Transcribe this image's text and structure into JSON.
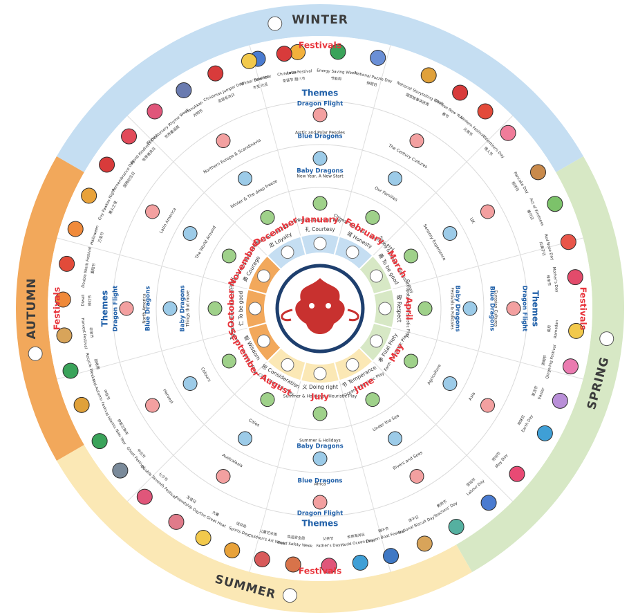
{
  "seasons": [
    {
      "key": "winter",
      "label": "WINTER",
      "color": "#c5def2",
      "icon": "snowman-icon",
      "start": -60,
      "end": 60
    },
    {
      "key": "spring",
      "label": "SPRING",
      "color": "#d7e8c5",
      "icon": "flower-icon",
      "start": 60,
      "end": 150
    },
    {
      "key": "summer",
      "label": "SUMMER",
      "color": "#fbe8b5",
      "icon": "sun-icon",
      "start": 150,
      "end": 240
    },
    {
      "key": "autumn",
      "label": "AUTUMN",
      "color": "#f2a85b",
      "icon": "maple-leaf-icon",
      "start": 240,
      "end": 300
    }
  ],
  "months": [
    {
      "name": "January",
      "value": "Courtesy",
      "value_cn": "礼",
      "season": "winter",
      "theme_baby": "Polar - Heuristic Play",
      "theme_blue": "New Year, A New Start",
      "theme_flight": "Arctic and Polar Peoples"
    },
    {
      "name": "February",
      "value": "Honesty",
      "value_cn": "诚",
      "season": "winter",
      "theme_baby": "Chinese New Year - Heuristic Play",
      "theme_blue": "Our Families",
      "theme_flight": "The Century Cultures"
    },
    {
      "name": "March",
      "value": "To be good",
      "value_cn": "善",
      "season": "spring",
      "theme_baby": "Spring & Easter - Heuristic Play",
      "theme_blue": "Sensory Experience",
      "theme_flight": "UK"
    },
    {
      "name": "April",
      "value": "Respect",
      "value_cn": "敬",
      "season": "spring",
      "theme_baby": "Occupations - Heuristic Play",
      "theme_blue": "Festivals & Folktales",
      "theme_flight": "Eurasian Cultures"
    },
    {
      "name": "May",
      "value": "Filial Piety",
      "value_cn": "孝",
      "season": "spring",
      "theme_baby": "Farm - Heuristic Play",
      "theme_blue": "Agriculture",
      "theme_flight": "Asia"
    },
    {
      "name": "June",
      "value": "Temperance",
      "value_cn": "节",
      "season": "summer",
      "theme_baby": "Ocean - Heuristic Play",
      "theme_blue": "Under the Sea",
      "theme_flight": "Rivers and Seas"
    },
    {
      "name": "July",
      "value": "Doing right",
      "value_cn": "义",
      "season": "summer",
      "theme_baby": "Summer & Holidays - Heuristic Play",
      "theme_blue": "Summer & Holidays",
      "theme_flight": "Africa"
    },
    {
      "name": "August",
      "value": "Consideration",
      "value_cn": "恕",
      "season": "summer",
      "theme_baby": "City - Heuristic Play",
      "theme_blue": "Cities",
      "theme_flight": "Australasia"
    },
    {
      "name": "September",
      "value": "Wisdom",
      "value_cn": "智",
      "season": "autumn",
      "theme_baby": "Colours - Heuristic Play",
      "theme_blue": "Colours",
      "theme_flight": "Harvest"
    },
    {
      "name": "October",
      "value": "To be good",
      "value_cn": "仁",
      "season": "autumn",
      "theme_baby": "Transportation - Heuristic Play",
      "theme_blue": "Things that move",
      "theme_flight": "North America"
    },
    {
      "name": "November",
      "value": "Courage",
      "value_cn": "勇",
      "season": "autumn",
      "theme_baby": "Gallop Sensory Experience",
      "theme_blue": "The World Around",
      "theme_flight": "Latin America"
    },
    {
      "name": "December",
      "value": "Loyalty",
      "value_cn": "忠",
      "season": "winter",
      "theme_baby": "Christmas - Heuristic Play",
      "theme_blue": "Winter & The deep freeze",
      "theme_flight": "Northern Europe & Scandinavia"
    }
  ],
  "headers": {
    "festivals": "Festivals",
    "themes": "Themes",
    "dragon_flight": "Dragon Flight",
    "blue_dragons": "Blue Dragons",
    "baby_dragons": "Baby Dragons"
  },
  "festivals": [
    {
      "name": "New Year",
      "cn": "元旦",
      "angle": -14,
      "icon": "fireworks-icon",
      "color": "#4a7bd0"
    },
    {
      "name": "Laba Festival",
      "cn": "腊八节",
      "angle": -5,
      "icon": "bowl-icon",
      "color": "#f3b13c"
    },
    {
      "name": "Energy Saving Week",
      "cn": "节能周",
      "angle": 4,
      "icon": "recycle-icon",
      "color": "#3aa35a"
    },
    {
      "name": "National Puzzle Day",
      "cn": "拼图日",
      "angle": 13,
      "icon": "puzzle-icon",
      "color": "#6a8fd6"
    },
    {
      "name": "National Storytelling Week",
      "cn": "国家故事讲述周",
      "angle": 25,
      "icon": "book-icon",
      "color": "#e0a13a"
    },
    {
      "name": "Chinese New Year",
      "cn": "春节",
      "angle": 33,
      "icon": "lion-icon",
      "color": "#d83b3b"
    },
    {
      "name": "Lantern Festival",
      "cn": "元宵节",
      "angle": 40,
      "icon": "lantern-icon",
      "color": "#e34a3a"
    },
    {
      "name": "Valentine's Day",
      "cn": "情人节",
      "angle": 47,
      "icon": "cupid-icon",
      "color": "#f07c9a"
    },
    {
      "name": "Pancake Day",
      "cn": "煎饼日",
      "angle": 58,
      "icon": "pancake-icon",
      "color": "#c98a4b"
    },
    {
      "name": "Act of Kindness",
      "cn": "善行日",
      "angle": 66,
      "icon": "hands-icon",
      "color": "#7cc26a"
    },
    {
      "name": "Red Nose Day",
      "cn": "红鼻子日",
      "angle": 75,
      "icon": "nose-icon",
      "color": "#e8564a"
    },
    {
      "name": "Mother's Day",
      "cn": "母亲节",
      "angle": 83,
      "icon": "card-icon",
      "color": "#e24b6b"
    },
    {
      "name": "Ramadan",
      "cn": "斋月",
      "angle": 95,
      "icon": "moon-icon",
      "color": "#f2c94c"
    },
    {
      "name": "Qingming Festival",
      "cn": "清明节",
      "angle": 103,
      "icon": "lotus-icon",
      "color": "#ea7bb0"
    },
    {
      "name": "Easter",
      "cn": "复活节",
      "angle": 111,
      "icon": "egg-icon",
      "color": "#b98fd8"
    },
    {
      "name": "Earth Day",
      "cn": "地球日",
      "angle": 119,
      "icon": "globe-icon",
      "color": "#3f9fd6"
    },
    {
      "name": "May Day",
      "cn": "劳动节",
      "angle": 130,
      "icon": "flower-icon",
      "color": "#e84a74"
    },
    {
      "name": "Labour Day",
      "cn": "劳动节",
      "angle": 139,
      "icon": "worker-icon",
      "color": "#4a7bd0"
    },
    {
      "name": "Teachers' Day",
      "cn": "教师节",
      "angle": 148,
      "icon": "teacher-icon",
      "color": "#55b0a0"
    },
    {
      "name": "National Biscuit Day",
      "cn": "饼干日",
      "angle": 156,
      "icon": "biscuit-icon",
      "color": "#d8a45a"
    },
    {
      "name": "Dragon Boat Festival",
      "cn": "端午节",
      "angle": 164,
      "icon": "boat-icon",
      "color": "#3f78c4"
    },
    {
      "name": "World Ocean Day",
      "cn": "世界海洋日",
      "angle": 171,
      "icon": "dolphin-icon",
      "color": "#3f9fd6"
    },
    {
      "name": "Father's Day",
      "cn": "父亲节",
      "angle": 178,
      "icon": "tie-icon",
      "color": "#e0567a"
    },
    {
      "name": "Food Safety Week",
      "cn": "食品安全周",
      "angle": 186,
      "icon": "food-icon",
      "color": "#d8734a"
    },
    {
      "name": "Children's Art Week",
      "cn": "儿童艺术周",
      "angle": 193,
      "icon": "palette-icon",
      "color": "#d85a5a"
    },
    {
      "name": "Sports Day",
      "cn": "运动会",
      "angle": 200,
      "icon": "sports-icon",
      "color": "#e8a23a"
    },
    {
      "name": "The Great Heat",
      "cn": "大暑",
      "angle": 207,
      "icon": "sun-icon",
      "color": "#f2c94c"
    },
    {
      "name": "Friendship Day",
      "cn": "友谊日",
      "angle": 214,
      "icon": "friends-icon",
      "color": "#e07b8a"
    },
    {
      "name": "Double Seventh Festival",
      "cn": "七夕节",
      "angle": 223,
      "icon": "couple-icon",
      "color": "#e0567a"
    },
    {
      "name": "Ghost Festival",
      "cn": "中元节",
      "angle": 231,
      "icon": "ghost-icon",
      "color": "#7a8a9a"
    },
    {
      "name": "Islamic New Year",
      "cn": "伊斯兰新年",
      "angle": 239,
      "icon": "star-moon-icon",
      "color": "#3aa35a"
    },
    {
      "name": "Mid-Autumn Festival",
      "cn": "中秋节",
      "angle": 248,
      "icon": "mooncake-icon",
      "color": "#e0a13a"
    },
    {
      "name": "Recycle Week",
      "cn": "回收周",
      "angle": 256,
      "icon": "recycle-icon",
      "color": "#3aa35a"
    },
    {
      "name": "Harvest Festival",
      "cn": "丰收节",
      "angle": 264,
      "icon": "wheat-icon",
      "color": "#d8a45a"
    },
    {
      "name": "Diwali",
      "cn": "排灯节",
      "angle": 272,
      "icon": "diya-icon",
      "color": "#f08a3a"
    },
    {
      "name": "Double Ninth Festival",
      "cn": "重阳节",
      "angle": 280,
      "icon": "chrysanthemum-icon",
      "color": "#e24b3a"
    },
    {
      "name": "Halloween",
      "cn": "万圣节",
      "angle": 288,
      "icon": "pumpkin-icon",
      "color": "#f08a3a"
    },
    {
      "name": "Guy Fawkes Night",
      "cn": "篝火之夜",
      "angle": 296,
      "icon": "sparkler-icon",
      "color": "#e8a23a"
    },
    {
      "name": "Remembrance Day",
      "cn": "国殇纪念日",
      "angle": 304,
      "icon": "poppy-icon",
      "color": "#d83b3b"
    },
    {
      "name": "World Kindness Day",
      "cn": "世界善良日",
      "angle": 312,
      "icon": "heart-icon",
      "color": "#e24b5a"
    },
    {
      "name": "World Nursery Rhyme Week",
      "cn": "世界童谣周",
      "angle": 320,
      "icon": "child-icon",
      "color": "#e0567a"
    },
    {
      "name": "Hanukkah",
      "cn": "光明节",
      "angle": 328,
      "icon": "menorah-icon",
      "color": "#6a7bb0"
    },
    {
      "name": "Christmas Jumper Day",
      "cn": "圣诞毛衣日",
      "angle": 336,
      "icon": "jumper-icon",
      "color": "#d83b3b"
    },
    {
      "name": "Winter Solstice",
      "cn": "冬至",
      "angle": 344,
      "icon": "snowflake-sun-icon",
      "color": "#f2c94c"
    },
    {
      "name": "Christmas",
      "cn": "圣诞节",
      "angle": 352,
      "icon": "santa-icon",
      "color": "#d83b3b"
    }
  ],
  "center": {
    "icon": "dragon-mask-icon",
    "color": "#c8312f",
    "ring": "#1e3f6e"
  }
}
